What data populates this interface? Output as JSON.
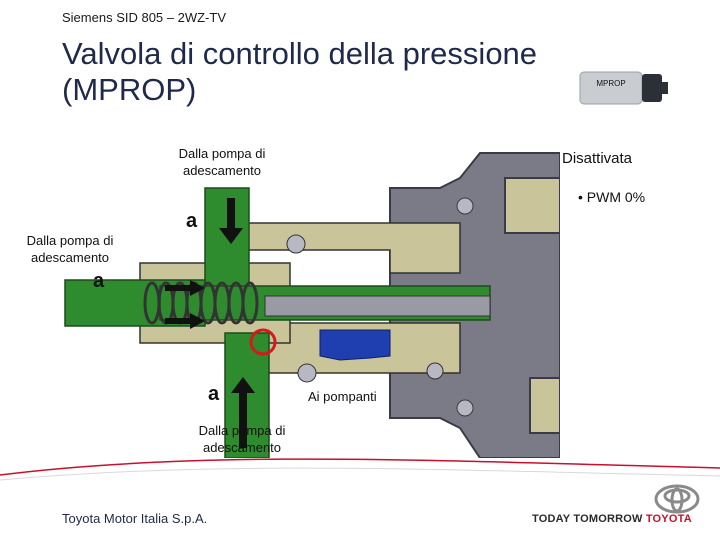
{
  "header": {
    "subtitle": "Siemens SID 805 – 2WZ-TV",
    "title_line1": "Valvola di controllo della pressione",
    "title_line2": "(MPROP)"
  },
  "component_badge": {
    "label": "MPROP"
  },
  "labels": {
    "from_pump_top": "Dalla pompa di adescamento",
    "from_pump_left": "Dalla pompa di adescamento",
    "from_pump_bottom": "Dalla pompa di adescamento",
    "to_pumps": "Ai pompanti",
    "state": "Disattivata",
    "pwm": "PWM 0%",
    "port_a": "a"
  },
  "footer": {
    "company": "Toyota Motor Italia S.p.A.",
    "tagline_part1": "TODAY TOMORROW ",
    "tagline_brand": "TOYOTA"
  },
  "colors": {
    "green_flow": "#2e8b2e",
    "blue_chamber": "#1f3fb0",
    "body_tan": "#c9c49a",
    "body_grey": "#6e6e7a",
    "swoosh_red": "#c8102e",
    "title": "#1f2a4a"
  },
  "icons": [
    "flow-arrow-icon",
    "spring-icon",
    "toyota-logo-icon",
    "mprop-valve-icon",
    "highlight-circle-icon"
  ]
}
